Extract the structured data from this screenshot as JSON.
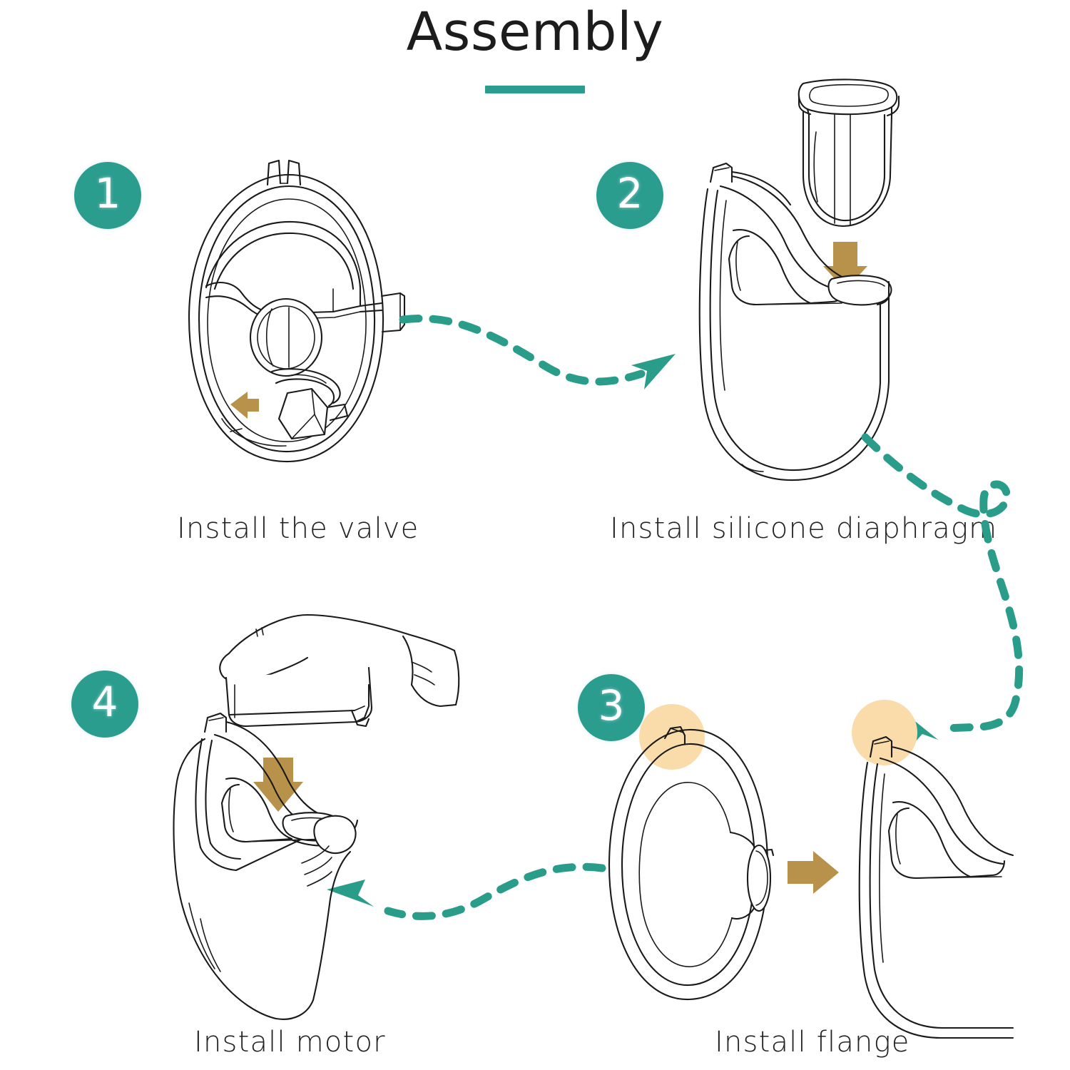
{
  "page": {
    "title": "Assembly",
    "background_color": "#ffffff"
  },
  "theme": {
    "accent_teal": "#2a9d8f",
    "arrow_gold": "#b8924a",
    "highlight_orange": "#fadcaa",
    "ink": "#1a1a1a",
    "text": "#232323"
  },
  "steps": [
    {
      "number": "1",
      "caption": "Install the valve",
      "illustration": "pump-body-front-view-with-valve",
      "direction_arrow": "gold-arrow-right",
      "position": "top-left"
    },
    {
      "number": "2",
      "caption": "Install silicone diaphragm",
      "illustration": "silicone-diaphragm-above-pump-body",
      "direction_arrow": "gold-arrow-down",
      "position": "top-right"
    },
    {
      "number": "3",
      "caption": "Install flange",
      "illustration": "flange-disc-joining-pump-body",
      "direction_arrow": "gold-arrow-right",
      "highlights": [
        "notch-highlight-flange",
        "notch-highlight-body"
      ],
      "position": "bottom-right"
    },
    {
      "number": "4",
      "caption": "Install motor",
      "illustration": "hand-holding-motor-above-hand-holding-pump",
      "direction_arrow": "gold-arrow-down",
      "position": "bottom-left"
    }
  ],
  "connectors": [
    {
      "name": "step-1-to-step-2",
      "style": "dashed-curve",
      "color": "#2a9d8f",
      "direction": "right"
    },
    {
      "name": "step-2-to-step-3",
      "style": "dashed-curve-with-loop",
      "color": "#2a9d8f",
      "direction": "down-left"
    },
    {
      "name": "step-3-to-step-4",
      "style": "dashed-curve",
      "color": "#2a9d8f",
      "direction": "left"
    }
  ]
}
